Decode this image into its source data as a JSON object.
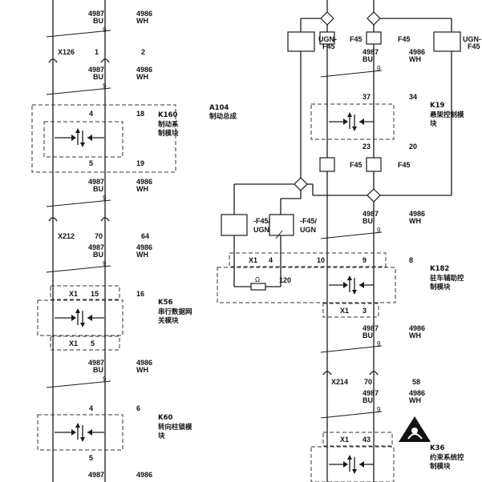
{
  "wire": {
    "code": "4987",
    "code2": "4986",
    "c1": "BU",
    "c2": "WH",
    "pin9": "9"
  },
  "left": {
    "x126": {
      "name": "X126",
      "p1": "1",
      "p2": "2"
    },
    "k160": {
      "id": "K160",
      "name": "制动系\n制模块",
      "pin_top1": "4",
      "pin_top2": "18",
      "pin_bot1": "5",
      "pin_bot2": "19"
    },
    "x212": {
      "name": "X212",
      "p1": "70",
      "p2": "64"
    },
    "k56": {
      "id": "K56",
      "name": "串行数据网\n关模块",
      "pin1": "X1",
      "pin2": "15",
      "pin3": "16",
      "pin_bot1": "X1",
      "pin_bot2": "5"
    },
    "k60": {
      "id": "K60",
      "name": "转向柱锁模\n块",
      "pin_top1": "4",
      "pin_top2": "6",
      "pin_bot": "5"
    }
  },
  "center": {
    "a104": {
      "id": "A104",
      "name": "制动总成"
    }
  },
  "right": {
    "ugn_f45": "UGN-\nF45",
    "f45": "F45",
    "k19": {
      "id": "K19",
      "name": "悬架控制模\n块",
      "pin_top1": "37",
      "pin_top2": "34",
      "pin_bot1": "23",
      "pin_bot2": "20"
    },
    "fuse_l1": "-F45/\nUGN",
    "fuse_l2": "-F45/\nUGN",
    "k182": {
      "id": "K182",
      "name": "驻车辅助控\n制模块",
      "x1": "X1",
      "p4": "4",
      "p10": "10",
      "p9": "9",
      "p8": "8",
      "p120": "120",
      "bot_x1": "X1",
      "bot_3": "3"
    },
    "x214": {
      "name": "X214",
      "p1": "70",
      "p2": "58"
    },
    "k36": {
      "id": "K36",
      "name": "约束系统控\n制模块",
      "x1": "X1",
      "p43": "43"
    }
  },
  "icons": {
    "module": "arrows-module-icon",
    "airbag": "airbag-warning-icon"
  }
}
